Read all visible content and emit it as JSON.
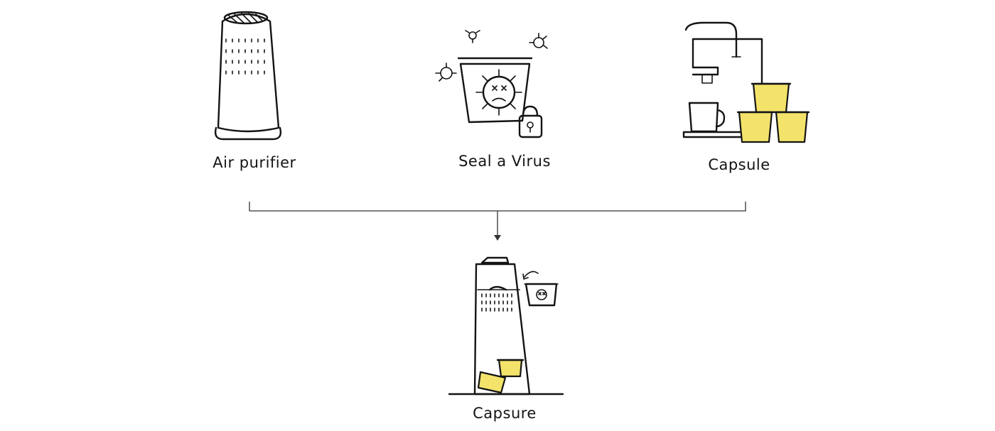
{
  "nodes": [
    {
      "id": "air-purifier",
      "label": "Air purifier",
      "icon": "air-purifier-icon"
    },
    {
      "id": "seal-a-virus",
      "label": "Seal a Virus",
      "icon": "sealed-virus-icon"
    },
    {
      "id": "capsule",
      "label": "Capsule",
      "icon": "capsule-coffee-machine-icon"
    },
    {
      "id": "capsure",
      "label": "Capsure",
      "icon": "capsure-device-icon"
    }
  ],
  "edges": [
    {
      "from": "air-purifier",
      "to": "capsure"
    },
    {
      "from": "seal-a-virus",
      "to": "capsure"
    },
    {
      "from": "capsule",
      "to": "capsure"
    }
  ],
  "colors": {
    "ink": "#141414",
    "accent": "#f4e36b",
    "background": "#ffffff"
  }
}
